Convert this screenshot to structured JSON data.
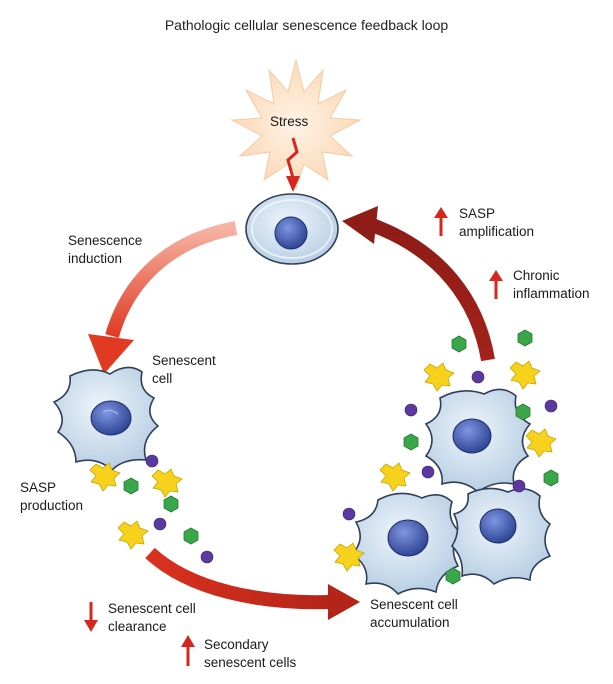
{
  "title": "Pathologic cellular senescence feedback loop",
  "labels": {
    "stress": "Stress",
    "senescence_induction_1": "Senescence",
    "senescence_induction_2": "induction",
    "senescent_cell_1": "Senescent",
    "senescent_cell_2": "cell",
    "sasp_production_1": "SASP",
    "sasp_production_2": "production",
    "sasp_amplification_1": "SASP",
    "sasp_amplification_2": "amplification",
    "chronic_inflammation_1": "Chronic",
    "chronic_inflammation_2": "inflammation",
    "clearance_1": "Senescent cell",
    "clearance_2": "clearance",
    "secondary_1": "Secondary",
    "secondary_2": "senescent cells",
    "accumulation_1": "Senescent cell",
    "accumulation_2": "accumulation"
  },
  "colors": {
    "up_arrow": "#d7261e",
    "down_arrow": "#d7261e",
    "loop_light": "#f4a08a",
    "loop_mid": "#e0402a",
    "loop_dark": "#9c1f1a",
    "cell_fill": "#cfe0ef",
    "nucleus": "#4a63b8",
    "sasp_yellow": "#f7d21c",
    "sasp_green": "#3aa64a",
    "sasp_purple": "#5b3aa0"
  },
  "icons": {
    "stress_burst": "starburst-icon",
    "lightning": "lightning-arrow-icon",
    "up": "up-arrow-icon",
    "down": "down-arrow-icon"
  }
}
